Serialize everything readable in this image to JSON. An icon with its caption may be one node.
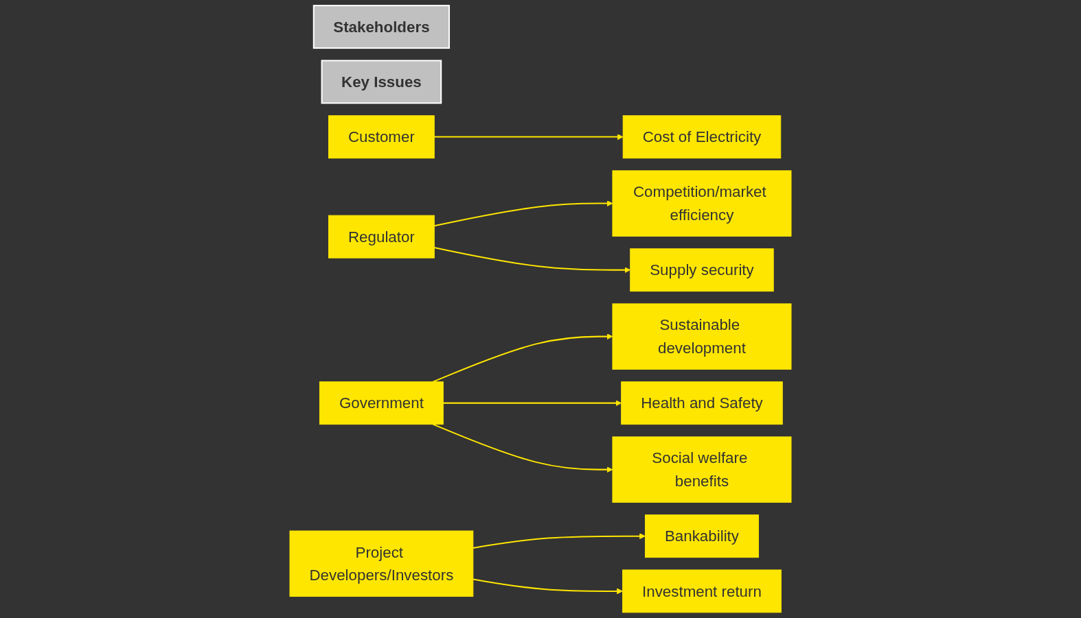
{
  "diagram": {
    "nodes": [
      {
        "text": [
          "Stakeholders"
        ]
      },
      {
        "text": [
          "Key Issues"
        ]
      },
      {
        "text": [
          "Customer"
        ]
      },
      {
        "text": [
          "Cost of Electricity"
        ]
      },
      {
        "text": [
          "Regulator"
        ]
      },
      {
        "text": [
          "Competition/market efficiency"
        ]
      },
      {
        "text": [
          "Supply security"
        ]
      },
      {
        "text": [
          "Government"
        ]
      },
      {
        "text": [
          "Sustainable development"
        ]
      },
      {
        "text": [
          "Health and Safety"
        ]
      },
      {
        "text": [
          "Social welfare benefits"
        ]
      },
      {
        "text": [
          "Project Developers/Investors"
        ]
      },
      {
        "text": [
          "Bankability"
        ]
      },
      {
        "text": [
          "Investment return"
        ]
      }
    ],
    "edges": [
      {
        "from": 2,
        "to": 3,
        "arrow": "to"
      },
      {
        "from": 4,
        "to": 5,
        "arrow": "to"
      },
      {
        "from": 4,
        "to": 6,
        "arrow": "to"
      },
      {
        "from": 7,
        "to": 8,
        "arrow": "to"
      },
      {
        "from": 7,
        "to": 9,
        "arrow": "to"
      },
      {
        "from": 7,
        "to": 10,
        "arrow": "to"
      },
      {
        "from": 11,
        "to": 12,
        "arrow": "to"
      },
      {
        "from": 11,
        "to": 13,
        "arrow": "to"
      }
    ]
  }
}
